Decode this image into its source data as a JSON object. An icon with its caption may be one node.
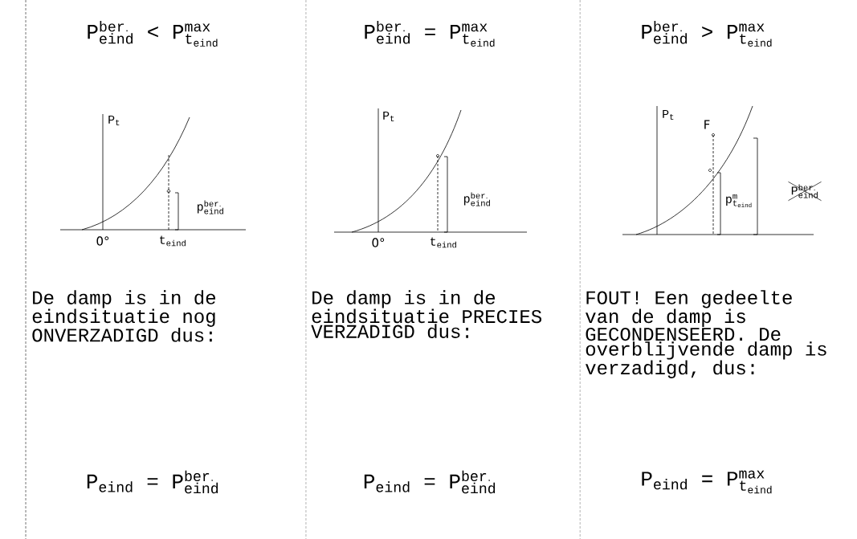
{
  "diagram": {
    "labels": [
      "\\mathrm{P}^{\\mathrm{ber.}}_{\\mathrm{eind}} \\mbox{ < } \\mathrm{P}^{\\mathrm{max}}_{\\mathrm{t}_{\\mathrm{eind}}}",
      "\\mathrm{P}^{\\mathrm{ber.}}_{\\mathrm{eind}} \\mbox{ = } \\mathrm{P}^{\\mathrm{max}}_{\\mathrm{t}_{\\mathrm{eind}}}",
      "\\mathrm{P}^{\\mathrm{ber.}}_{\\mathrm{eind}} \\mbox{ > } \\mathrm{P}^{\\mathrm{max}}_{\\mathrm{t}_{\\mathrm{eind}}}",
      "\\mathrm{P}_{\\mathrm{t}}",
      "0°",
      "\\mathrm{t}_{\\mathrm{eind}}",
      "\\mathrm{p}^{\\mathrm{ber.}}_{\\mathrm{eind}}",
      "\\mathrm{P}_{\\mathrm{t}}",
      "0°",
      "\\mathrm{t}_{\\mathrm{eind}}",
      "\\mathrm{p}^{\\mathrm{ber.}}_{\\mathrm{eind}}",
      "\\mathrm{P}_{\\mathrm{t}}",
      "F",
      "\\mathrm{p}^{\\mathrm{m}}_{\\mathrm{t}_{\\mathrm{eind}}}",
      "\\mathrm{P}^{\\mathrm{ber.}}_{\\mathrm{eind}}",
      "De damp is in de eindsituatie nog ONVERZADIGD dus:",
      "De damp is in de eindsituatie PRECIES VERZADIGD dus:",
      "FOUT! Een gedeelte van de damp is GECONDENSEERD. De overblijvende damp is verzadigd, dus:",
      "\\mathrm{P}_{\\mathrm{eind}} \\mbox{ = } \\mathrm{P}^{\\mathrm{ber.}}_{\\mathrm{eind}}",
      "\\mathrm{P}_{\\mathrm{eind}} \\mbox{ = } \\mathrm{P}^{\\mathrm{ber.}}_{\\mathrm{eind}}",
      "\\mathrm{P}_{\\mathrm{eind}} \\mbox{ = } \\mathrm{P}^{\\mathrm{max}}_{\\mathrm{t}_{\\mathrm{eind}}}"
    ]
  }
}
